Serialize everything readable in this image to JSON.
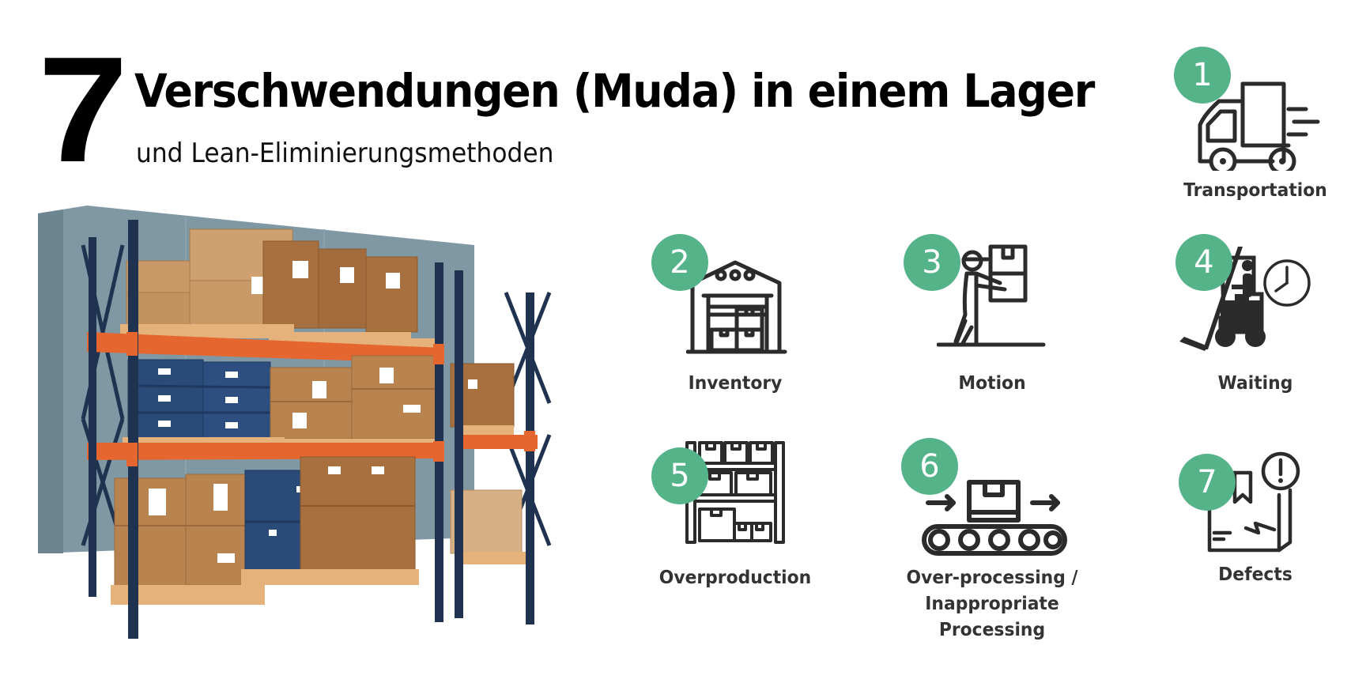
{
  "header": {
    "number": "7",
    "title": "Verschwendungen (Muda) in einem Lager",
    "subtitle": "und Lean-Eliminierungsmethoden"
  },
  "illustration": {
    "description": "warehouse pallet racking with boxes",
    "colors": {
      "wall": "#7f98a4",
      "upright": "#1f3350",
      "beam": "#e5662f",
      "box_light": "#c99a68",
      "box_dark": "#a8703f",
      "crate_blue": "#2a4a78",
      "pallet": "#e4b27a"
    }
  },
  "badge_color": "#55b38a",
  "icon_color": "#2b2b2b",
  "wastes": [
    {
      "number": "1",
      "label": "Transportation",
      "icon": "delivery-truck-icon"
    },
    {
      "number": "2",
      "label": "Inventory",
      "icon": "warehouse-icon"
    },
    {
      "number": "3",
      "label": "Motion",
      "icon": "worker-carrying-box-icon"
    },
    {
      "number": "4",
      "label": "Waiting",
      "icon": "forklift-clock-icon"
    },
    {
      "number": "5",
      "label": "Overproduction",
      "icon": "shelf-boxes-icon"
    },
    {
      "number": "6",
      "label_lines": [
        "Over-processing /",
        "Inappropriate",
        "Processing"
      ],
      "icon": "conveyor-belt-icon"
    },
    {
      "number": "7",
      "label": "Defects",
      "icon": "damaged-box-icon"
    }
  ]
}
